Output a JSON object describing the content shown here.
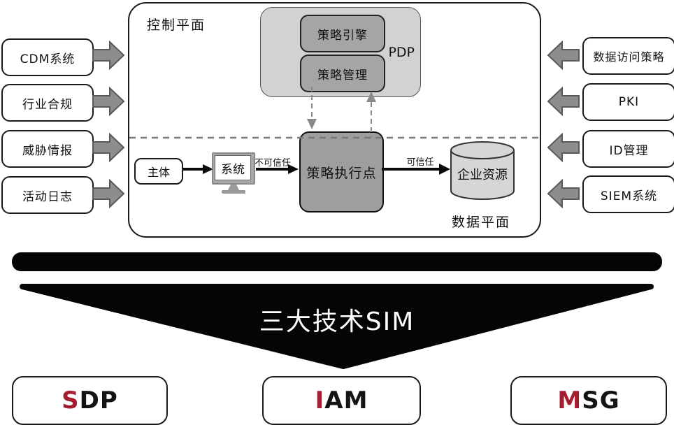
{
  "colors": {
    "accent_red": "#a51e2f",
    "arrow_gray": "#8d8d8d",
    "pdp_fill": "#d2d2d2",
    "inner_gray": "#a5a5a5",
    "pep_fill": "#9e9e9e",
    "cylinder_fill": "#d6d6d6",
    "funnel_black": "#050505"
  },
  "diagram": {
    "control_plane_label": "控制平面",
    "data_plane_label": "数据平面",
    "left_inputs": [
      {
        "label": "CDM系统"
      },
      {
        "label": "行业合规"
      },
      {
        "label": "威胁情报"
      },
      {
        "label": "活动日志"
      }
    ],
    "right_inputs": [
      {
        "label": "数据访问策略"
      },
      {
        "label": "PKI"
      },
      {
        "label": "ID管理"
      },
      {
        "label": "SIEM系统"
      }
    ],
    "pdp": {
      "tag": "PDP",
      "policy_engine": "策略引擎",
      "policy_admin": "策略管理"
    },
    "subject_label": "主体",
    "system_label": "系统",
    "pep_label": "策略执行点",
    "resource_label": "企业资源",
    "untrusted_label": "不可信任",
    "trusted_label": "可信任"
  },
  "funnel": {
    "label": "三大技术SIM"
  },
  "tech_boxes": [
    {
      "prefix": "S",
      "rest": "DP"
    },
    {
      "prefix": "I",
      "rest": "AM"
    },
    {
      "prefix": "M",
      "rest": "SG"
    }
  ]
}
